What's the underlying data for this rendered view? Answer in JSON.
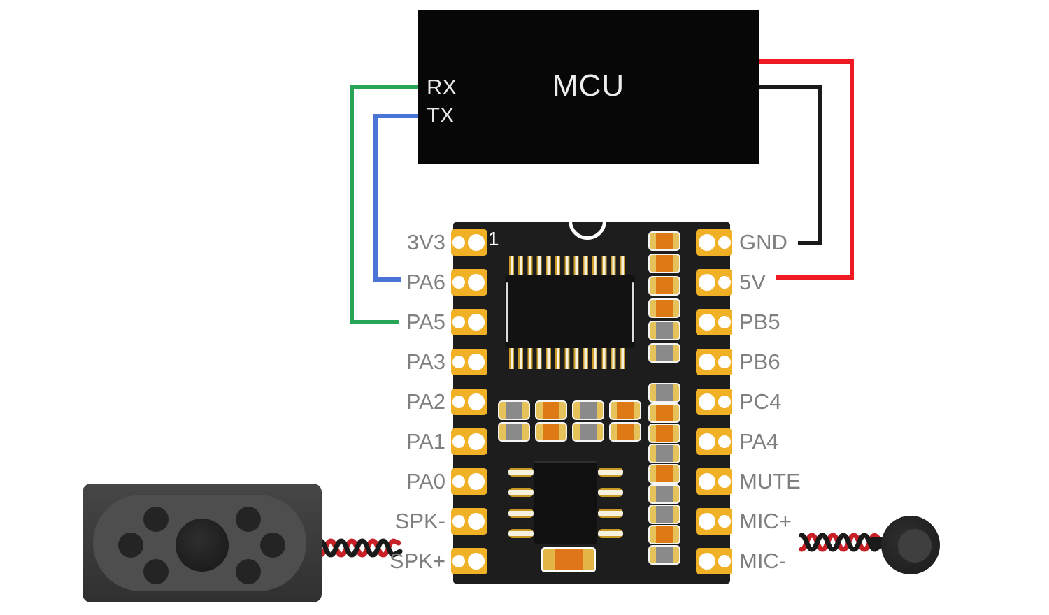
{
  "diagram": {
    "mcu": {
      "title": "MCU",
      "rx_label": "RX",
      "tx_label": "TX"
    },
    "module": {
      "pin1_marker": "1",
      "left_pins": [
        "3V3",
        "PA6",
        "PA5",
        "PA3",
        "PA2",
        "PA1",
        "PA0",
        "SPK-",
        "SPK+"
      ],
      "right_pins": [
        "GND",
        "5V",
        "PB5",
        "PB6",
        "PC4",
        "PA4",
        "MUTE",
        "MIC+",
        "MIC-"
      ]
    },
    "wires": {
      "rx_to_pa5": {
        "color": "#27A455",
        "from": "MCU RX",
        "to": "PA5"
      },
      "tx_to_pa6": {
        "color": "#4A75D6",
        "from": "MCU TX",
        "to": "PA6"
      },
      "v5_to_mcu": {
        "color": "#EE1B24",
        "from": "5V",
        "to": "MCU"
      },
      "gnd_to_mcu": {
        "color": "#1A1A1A",
        "from": "GND",
        "to": "MCU"
      }
    },
    "twisted_pairs": {
      "speaker": {
        "red": "#C92027",
        "black": "#1A1A1A",
        "from": "Speaker",
        "to": "SPK-/SPK+"
      },
      "microphone": {
        "red": "#C92027",
        "black": "#1A1A1A",
        "from": "MIC+/MIC-",
        "to": "Microphone"
      }
    },
    "colors": {
      "background": "#FFFFFF",
      "mcu_fill": "#070707",
      "mcu_text": "#EDEDED",
      "board_fill": "#1D1D1D",
      "pad_gold": "#F0B127",
      "pin_label": "#7D7F81"
    }
  }
}
